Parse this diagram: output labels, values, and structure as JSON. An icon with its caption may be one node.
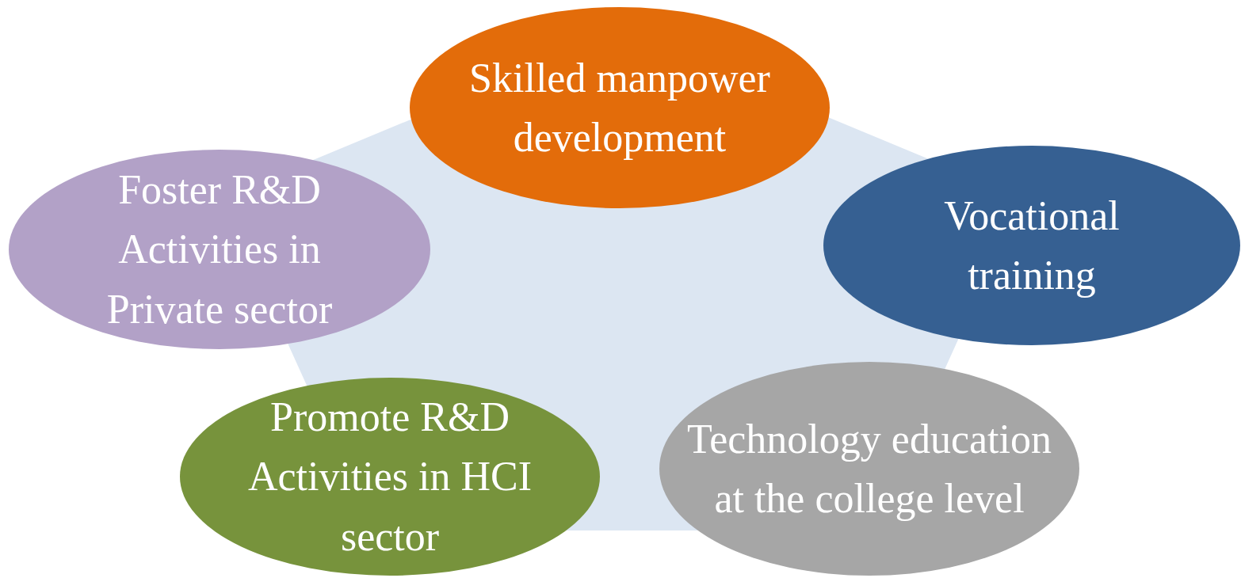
{
  "diagram": {
    "nodes": [
      {
        "text": [
          "Skilled manpower development"
        ]
      },
      {
        "text": [
          "Foster R&D Activities in Private sector"
        ]
      },
      {
        "text": [
          "Vocational training"
        ]
      },
      {
        "text": [
          "Promote R&D Activities in HCI sector"
        ]
      },
      {
        "text": [
          "Technology education at the college level"
        ]
      }
    ]
  }
}
